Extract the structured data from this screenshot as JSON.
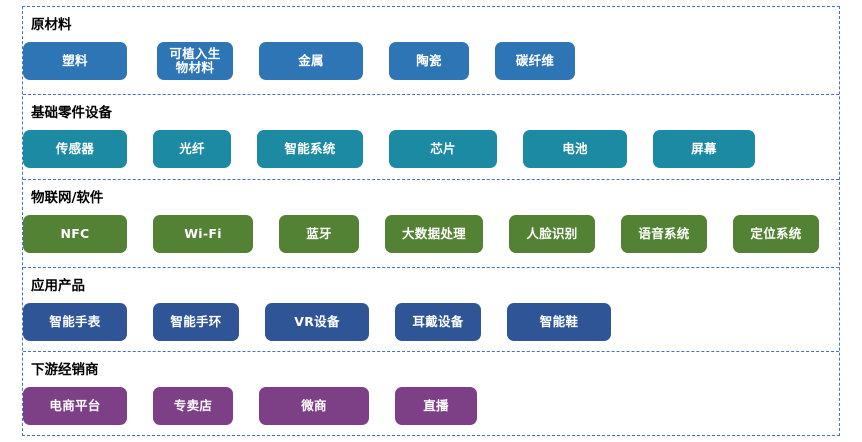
{
  "diagram": {
    "title": "",
    "border_color": "#4472c4",
    "sections": [
      {
        "id": "raw-materials",
        "label": "原材料",
        "color": "#2e75b6",
        "theme": "theme-raw",
        "items": [
          {
            "label": "塑料",
            "width": 104,
            "gap": 0
          },
          {
            "label": "可植入生\n物材料",
            "width": 76,
            "gap": 30
          },
          {
            "label": "金属",
            "width": 104,
            "gap": 26
          },
          {
            "label": "陶瓷",
            "width": 80,
            "gap": 26
          },
          {
            "label": "碳纤维",
            "width": 80,
            "gap": 26
          }
        ]
      },
      {
        "id": "basic-parts-equipment",
        "label": "基础零件设备",
        "color": "#1b8aa2",
        "theme": "theme-parts",
        "items": [
          {
            "label": "传感器",
            "width": 104,
            "gap": 0
          },
          {
            "label": "光纤",
            "width": 78,
            "gap": 26
          },
          {
            "label": "智能系统",
            "width": 106,
            "gap": 26
          },
          {
            "label": "芯片",
            "width": 108,
            "gap": 26
          },
          {
            "label": "电池",
            "width": 104,
            "gap": 26
          },
          {
            "label": "屏幕",
            "width": 102,
            "gap": 26
          }
        ]
      },
      {
        "id": "iot-software",
        "label": "物联网/软件",
        "color": "#538234",
        "theme": "theme-iot",
        "items": [
          {
            "label": "NFC",
            "width": 104,
            "gap": 0
          },
          {
            "label": "Wi-Fi",
            "width": 100,
            "gap": 26
          },
          {
            "label": "蓝牙",
            "width": 80,
            "gap": 26
          },
          {
            "label": "大数据处理",
            "width": 98,
            "gap": 26
          },
          {
            "label": "人脸识别",
            "width": 86,
            "gap": 26
          },
          {
            "label": "语音系统",
            "width": 86,
            "gap": 26
          },
          {
            "label": "定位系统",
            "width": 86,
            "gap": 26
          }
        ]
      },
      {
        "id": "application-products",
        "label": "应用产品",
        "color": "#2f5597",
        "theme": "theme-prod",
        "items": [
          {
            "label": "智能手表",
            "width": 104,
            "gap": 0
          },
          {
            "label": "智能手环",
            "width": 86,
            "gap": 26
          },
          {
            "label": "VR设备",
            "width": 104,
            "gap": 26
          },
          {
            "label": "耳戴设备",
            "width": 86,
            "gap": 26
          },
          {
            "label": "智能鞋",
            "width": 104,
            "gap": 26
          }
        ]
      },
      {
        "id": "downstream-distributors",
        "label": "下游经销商",
        "color": "#7d3f85",
        "theme": "theme-dist",
        "items": [
          {
            "label": "电商平台",
            "width": 104,
            "gap": 0
          },
          {
            "label": "专卖店",
            "width": 80,
            "gap": 26
          },
          {
            "label": "微商",
            "width": 110,
            "gap": 26
          },
          {
            "label": "直播",
            "width": 82,
            "gap": 26
          }
        ]
      }
    ]
  }
}
